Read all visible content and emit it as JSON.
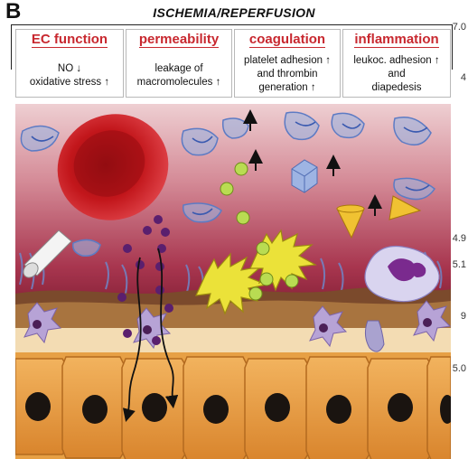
{
  "panel_letter": "B",
  "title": "ISCHEMIA/REPERFUSION",
  "cards": [
    {
      "title": "EC function",
      "line1": "NO ↓",
      "line2": "oxidative stress ↑"
    },
    {
      "title": "permeability",
      "line1": "leakage of",
      "line2": "macromolecules ↑"
    },
    {
      "title": "coagulation",
      "line1": "platelet adhesion ↑",
      "line2": "and thrombin",
      "line3": "generation ↑"
    },
    {
      "title": "inflammation",
      "line1": "leukoc. adhesion ↑",
      "line2": "and",
      "line3": "diapedesis"
    }
  ],
  "edge_numbers": [
    "7.0",
    "4",
    "4.9",
    "5.1",
    "9",
    "5.0"
  ],
  "colors": {
    "accent": "#c8282f",
    "vessel": "#7a1a2e",
    "rbc": "#c0161a",
    "platelet": "#e9df2c",
    "cell": "#e89a3a",
    "particle": "#5a1f6e"
  }
}
